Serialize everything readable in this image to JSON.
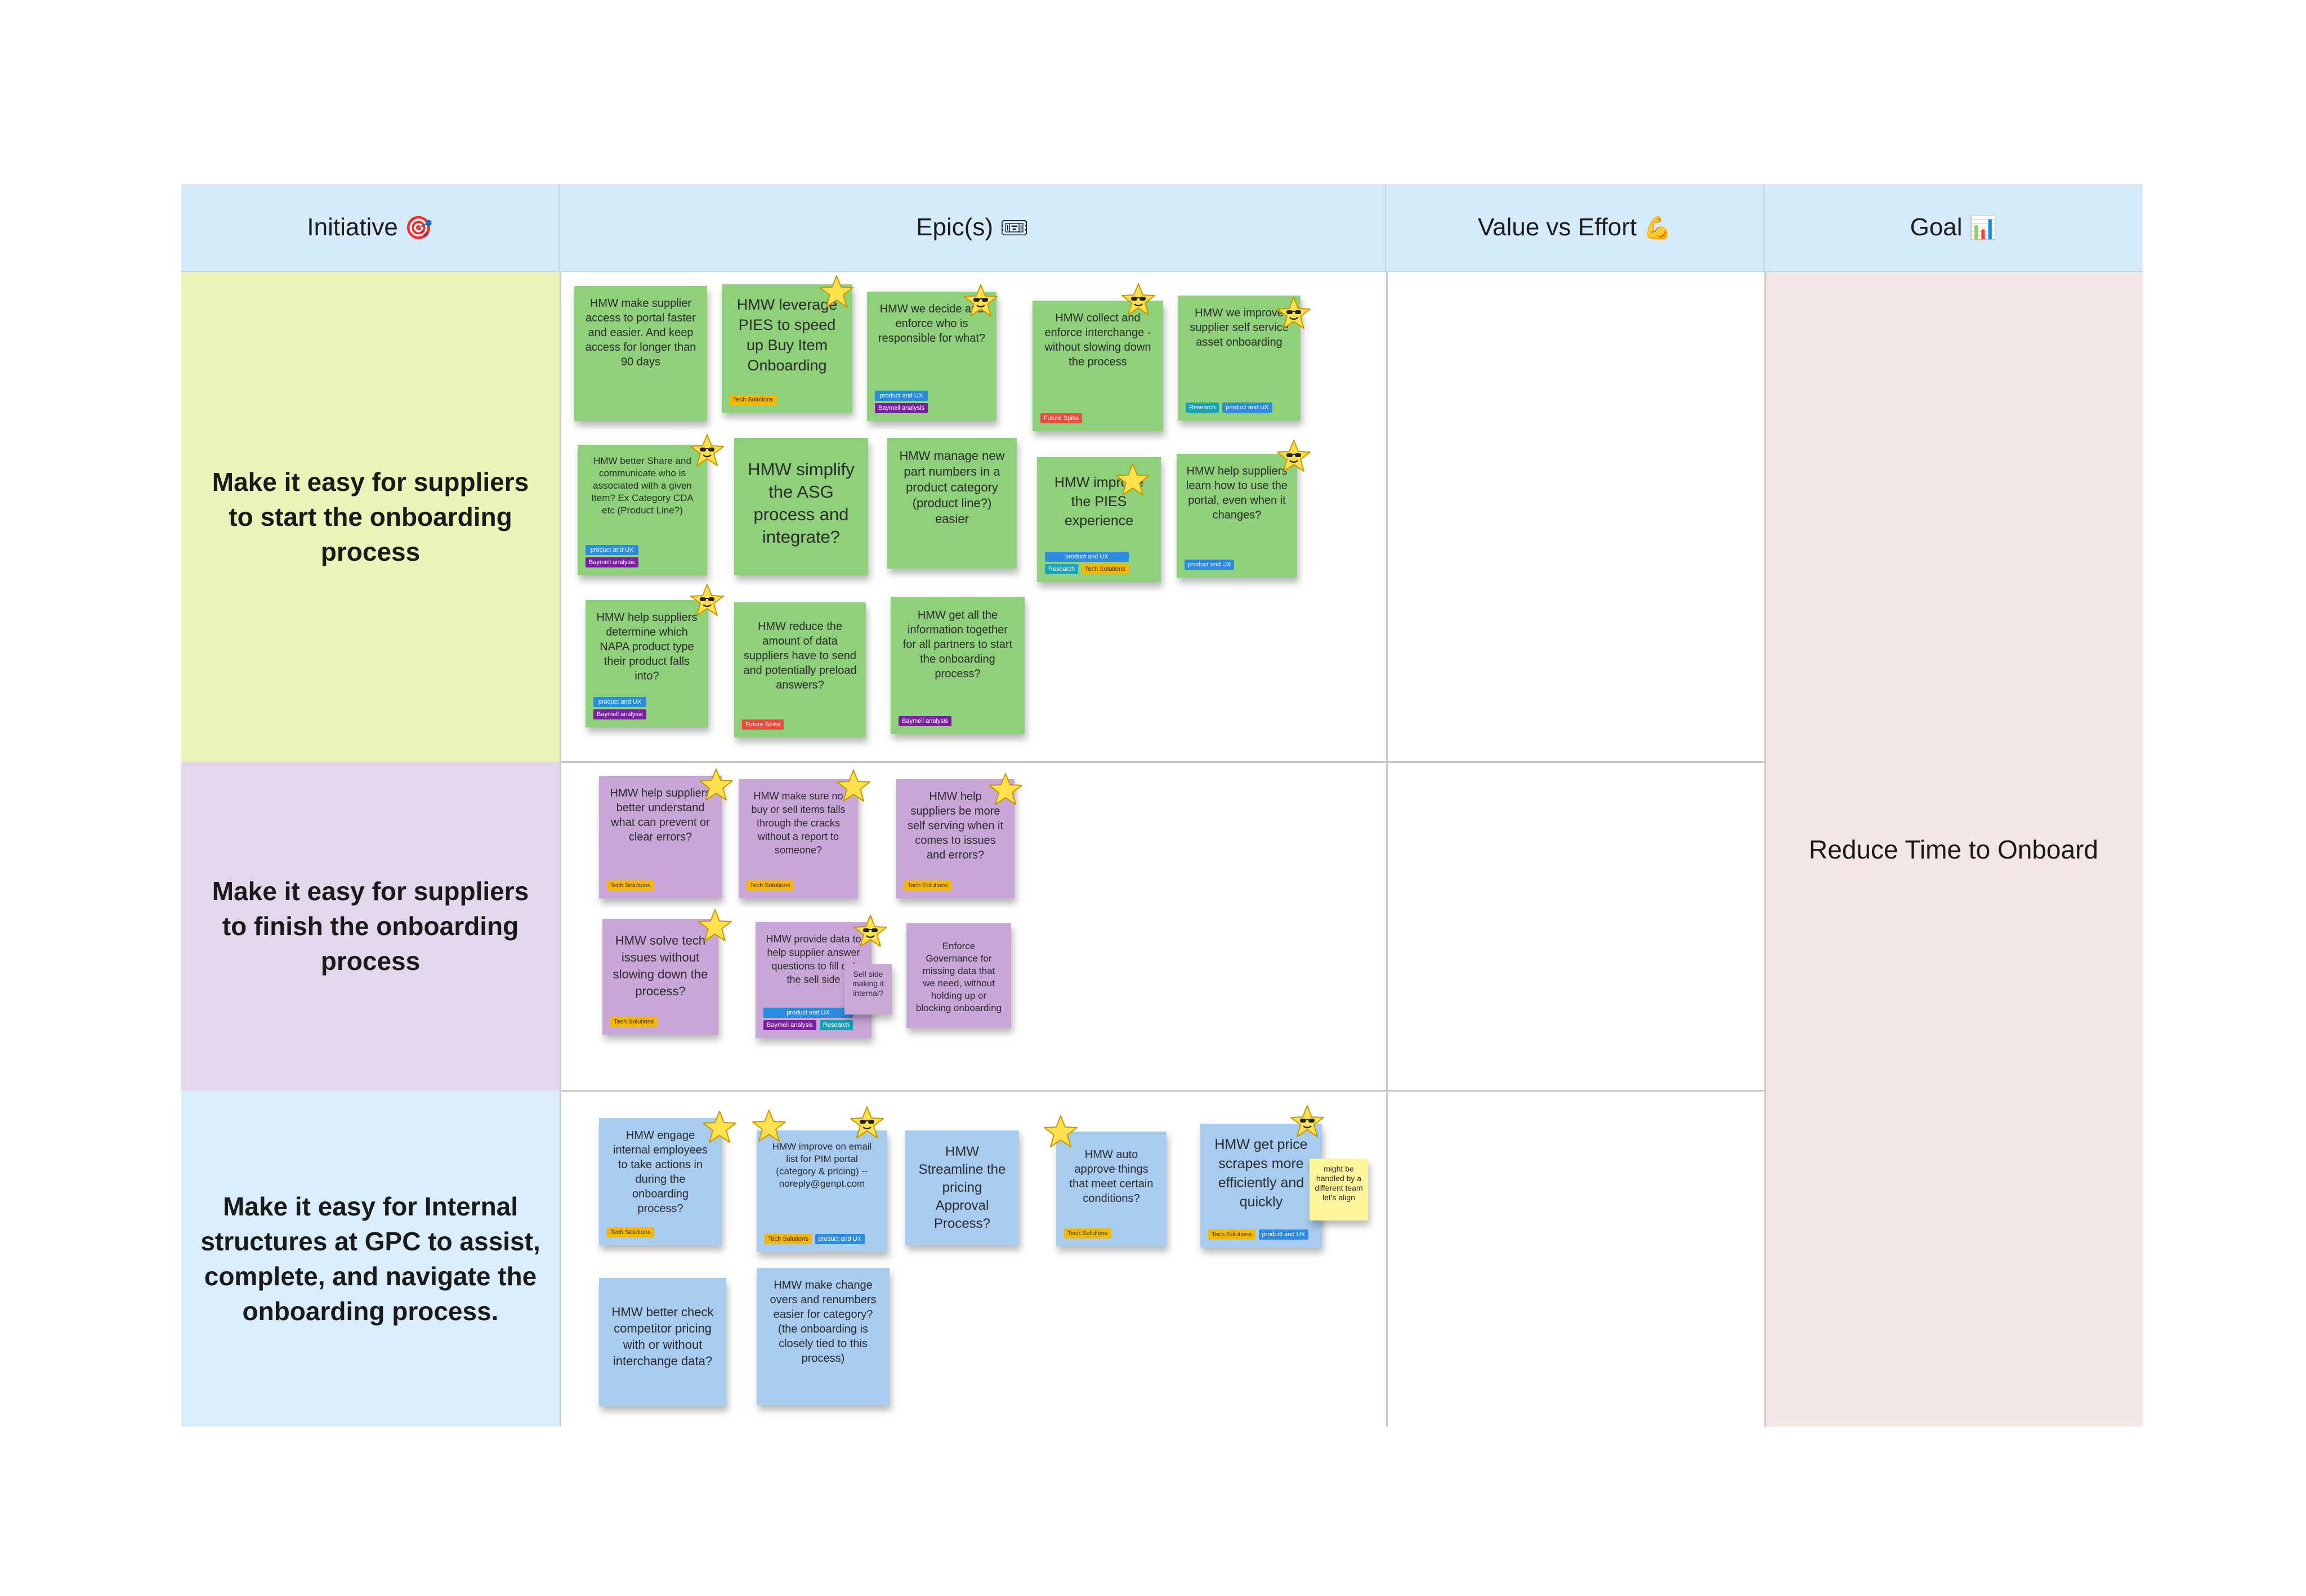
{
  "headers": {
    "initiative": "Initiative",
    "initiative_emoji": "🎯",
    "epics": "Epic(s)",
    "epics_emoji": "🎟",
    "value_effort": "Value vs Effort",
    "value_effort_emoji": "💪",
    "goal": "Goal",
    "goal_emoji": "📊"
  },
  "initiatives": [
    "Make it easy for suppliers to start the onboarding process",
    "Make it easy for suppliers to finish the onboarding process",
    "Make it easy for Internal structures at GPC to assist, complete, and navigate the onboarding process."
  ],
  "goal_text": "Reduce Time to Onboard",
  "colors": {
    "header_bg": "#d6ebfa",
    "row1_bg": "#eaf4b8",
    "row2_bg": "#e3d7ec",
    "row3_bg": "#d9edfb",
    "goal_bg": "#f5e6e6",
    "green_note": "#8fd07b",
    "purple_note": "#c9a6d8",
    "blue_note": "#a8cbf0"
  },
  "notes": {
    "g1": {
      "text": "HMW make supplier access to portal faster and easier. And keep access for longer than 90 days"
    },
    "g2": {
      "text": "HMW leverage PIES to speed up Buy Item Onboarding",
      "tags": [
        "Tech Solutions"
      ]
    },
    "g3": {
      "text": "HMW we decide and enforce who is responsible for what?",
      "tags": [
        "product and UX",
        "Baymell analysis"
      ]
    },
    "g4": {
      "text": "HMW collect and enforce interchange - without slowing down the process",
      "tags": [
        "Future Spike"
      ]
    },
    "g5": {
      "text": "HMW we improve supplier self service asset onboarding",
      "tags": [
        "Research",
        "product and UX"
      ]
    },
    "g6": {
      "text": "HMW better Share and communicate who is associated with a given Item? Ex Category CDA etc (Product Line?)",
      "tags": [
        "product and UX",
        "Baymell analysis"
      ]
    },
    "g7": {
      "text": "HMW simplify the ASG process and integrate?"
    },
    "g8": {
      "text": "HMW manage new part numbers in a product category (product line?) easier"
    },
    "g9": {
      "text": "HMW improve the PIES experience",
      "tags": [
        "product and UX",
        "Research",
        "Tech Solutions"
      ]
    },
    "g10": {
      "text": "HMW help suppliers learn how to use the portal, even when it changes?",
      "tags": [
        "product and UX"
      ]
    },
    "g11": {
      "text": "HMW help suppliers determine which NAPA product type their product falls into?",
      "tags": [
        "product and UX",
        "Baymell analysis"
      ]
    },
    "g12": {
      "text": "HMW reduce the amount of data suppliers have to send and potentially preload answers?",
      "tags": [
        "Future Spike"
      ]
    },
    "g13": {
      "text": "HMW get all the information together for all partners to start the onboarding process?",
      "tags": [
        "Baymell analysis"
      ]
    },
    "p1": {
      "text": "HMW help suppliers better understand what can prevent or clear errors?",
      "tags": [
        "Tech Solutions"
      ]
    },
    "p2": {
      "text": "HMW make sure no buy or sell items falls through the cracks without a report to someone?",
      "tags": [
        "Tech Solutions"
      ]
    },
    "p3": {
      "text": "HMW help suppliers be more self serving when it comes to issues and errors?",
      "tags": [
        "Tech Solutions"
      ]
    },
    "p4": {
      "text": "HMW solve tech issues without slowing down the process?",
      "tags": [
        "Tech Solutions"
      ]
    },
    "p5": {
      "text": "HMW provide data to help supplier answer questions to fill out the sell side",
      "tags": [
        "product and UX",
        "Baymell analysis",
        "Research"
      ]
    },
    "p5b": {
      "text": "Sell side making it internal?"
    },
    "p6": {
      "text": "Enforce Governance for missing data that we need, without holding up or blocking onboarding"
    },
    "b1": {
      "text": "HMW engage internal employees to take actions in during the onboarding process?",
      "tags": [
        "Tech Solutions"
      ]
    },
    "b2": {
      "text": "HMW improve on email list for PIM portal (category & pricing) -- noreply@genpt.com",
      "tags": [
        "Tech Solutions",
        "product and UX"
      ]
    },
    "b3": {
      "text": "HMW Streamline the pricing Approval Process?"
    },
    "b4": {
      "text": "HMW auto approve things that meet certain conditions?",
      "tags": [
        "Tech Solutions"
      ]
    },
    "b5": {
      "text": "HMW get price scrapes more efficiently and quickly",
      "tags": [
        "Tech Solutions",
        "product and UX"
      ]
    },
    "b5y": {
      "text": "might be handled by a different team let's align"
    },
    "b6": {
      "text": "HMW better check competitor pricing with or without interchange data?"
    },
    "b7": {
      "text": "HMW make change overs and renumbers easier for category? (the onboarding is closely tied to this process)"
    }
  },
  "icons": {
    "star": "star-icon",
    "star_face": "star-face-icon"
  }
}
